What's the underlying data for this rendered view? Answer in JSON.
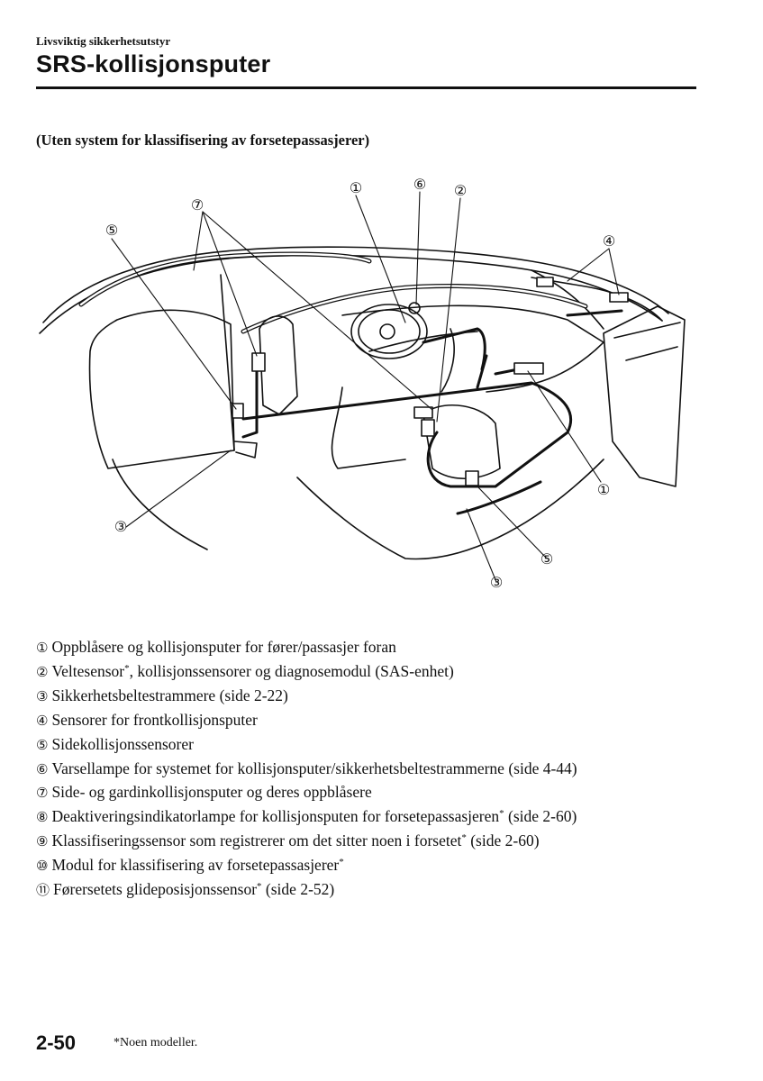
{
  "header": {
    "section": "Livsviktig sikkerhetsutstyr",
    "title": "SRS-kollisjonsputer"
  },
  "subtitle": "(Uten system for klassifisering av forsetepassasjerer)",
  "diagram": {
    "callouts": {
      "c1_top": "①",
      "c6_top": "⑥",
      "c2_top": "②",
      "c7_top": "⑦",
      "c5_top": "⑤",
      "c4_top": "④",
      "c1_right": "①",
      "c3_left": "③",
      "c5_right": "⑤",
      "c3_bottom": "③"
    }
  },
  "legend": [
    {
      "num": "①",
      "text": "Oppblåsere og kollisjonsputer for fører/passasjer foran",
      "mark": ""
    },
    {
      "num": "②",
      "text": "Veltesensor",
      "mark": "*",
      "rest": ", kollisjonssensorer og diagnosemodul (SAS-enhet)"
    },
    {
      "num": "③",
      "text": "Sikkerhetsbeltestrammere (side 2-22)",
      "mark": ""
    },
    {
      "num": "④",
      "text": "Sensorer for frontkollisjonsputer",
      "mark": ""
    },
    {
      "num": "⑤",
      "text": "Sidekollisjonssensorer",
      "mark": ""
    },
    {
      "num": "⑥",
      "text": "Varsellampe for systemet for kollisjonsputer/sikkerhetsbeltestrammerne (side 4-44)",
      "mark": ""
    },
    {
      "num": "⑦",
      "text": "Side- og gardinkollisjonsputer og deres oppblåsere",
      "mark": ""
    },
    {
      "num": "⑧",
      "text": "Deaktiveringsindikatorlampe for kollisjonsputen for forsetepassasjeren",
      "mark": "*",
      "rest": " (side 2-60)"
    },
    {
      "num": "⑨",
      "text": "Klassifiseringssensor som registrerer om det sitter noen i forsetet",
      "mark": "*",
      "rest": " (side 2-60)"
    },
    {
      "num": "⑩",
      "text": "Modul for klassifisering av forsetepassasjerer",
      "mark": "*",
      "rest": ""
    },
    {
      "num": "⑪",
      "text": "Førersetets glideposisjonssensor",
      "mark": "*",
      "rest": " (side 2-52)"
    }
  ],
  "footer": {
    "page_number": "2-50",
    "footnote": "*Noen modeller."
  }
}
